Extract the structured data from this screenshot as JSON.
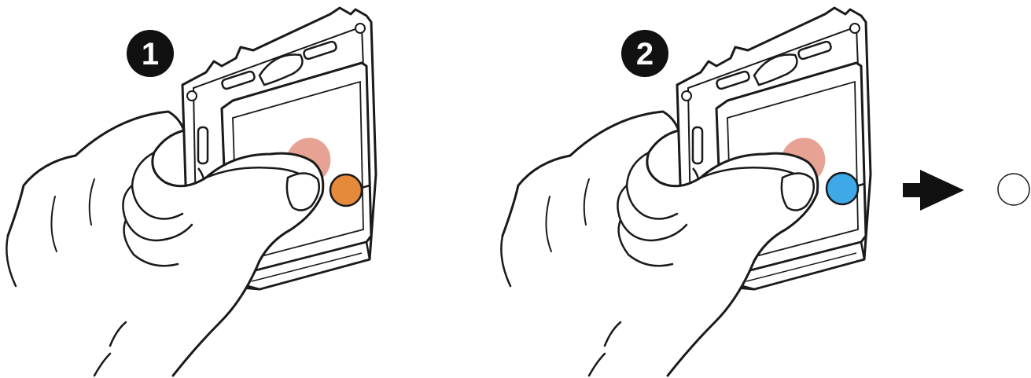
{
  "steps": [
    {
      "number": "1",
      "led_color": "#E5893A",
      "led_state": "orange"
    },
    {
      "number": "2",
      "led_color": "#3FA9E8",
      "led_state": "blue",
      "result_led": "off"
    }
  ],
  "colors": {
    "line": "#1a1a1a",
    "badge": "#111111",
    "press_highlight": "#E8A293"
  },
  "icons": {
    "hand": "hand-pressing-icon",
    "device": "wall-device-icon",
    "arrow": "arrow-right-icon",
    "result": "led-off-circle-icon"
  }
}
